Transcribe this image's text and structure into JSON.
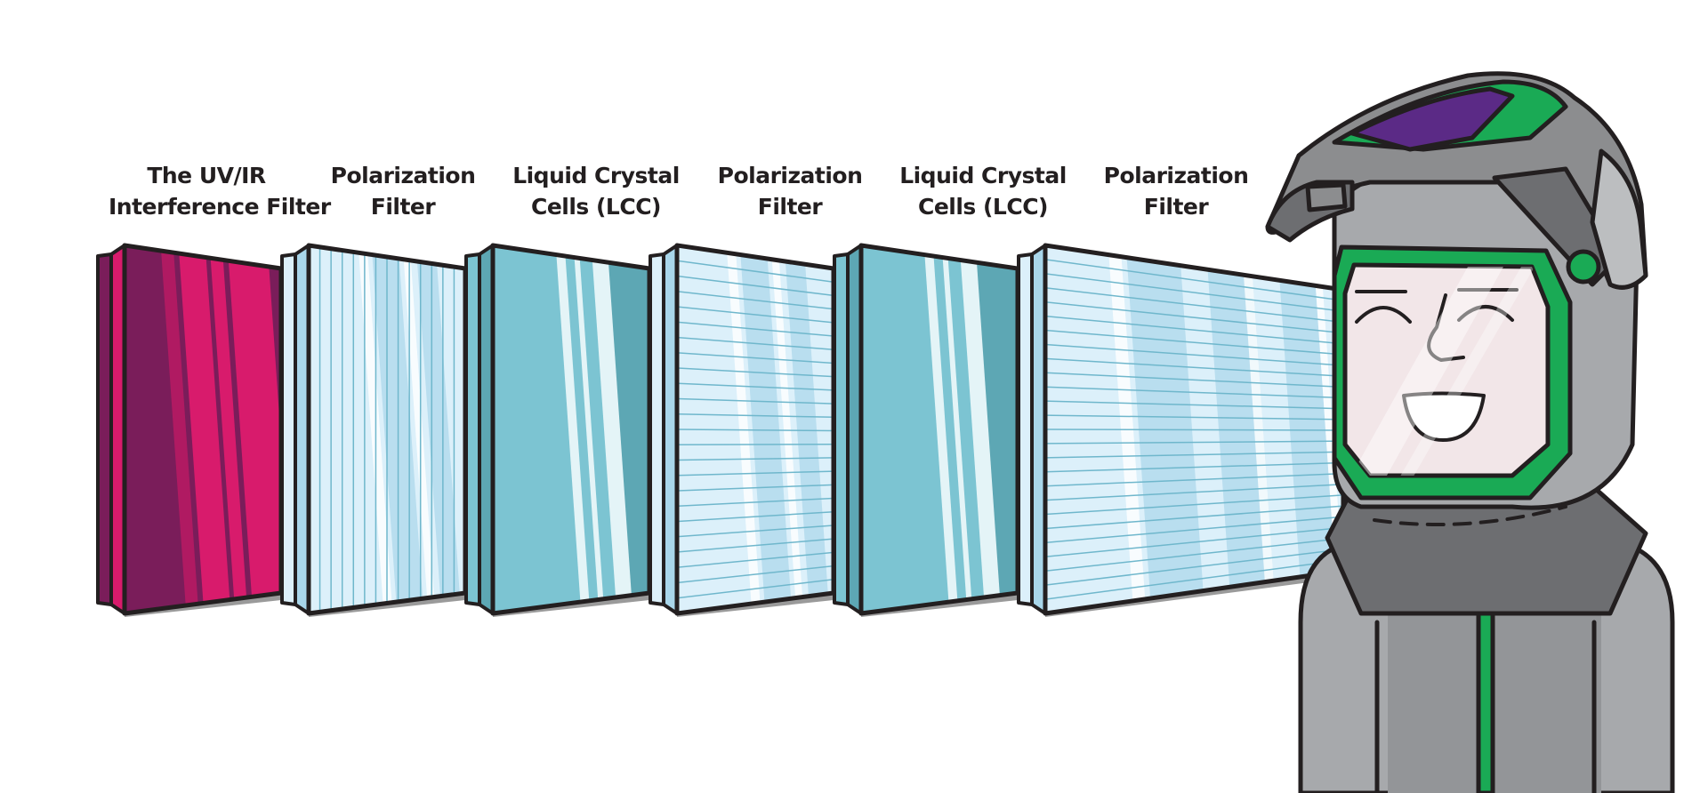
{
  "layers": [
    {
      "id": "uvir",
      "lines": [
        "The UV/IR",
        "Interference Filter"
      ],
      "kind": "uvir"
    },
    {
      "id": "pol1",
      "lines": [
        "Polarization",
        "Filter"
      ],
      "kind": "polv"
    },
    {
      "id": "lcc1",
      "lines": [
        "Liquid Crystal",
        "Cells (LCC)"
      ],
      "kind": "lcc"
    },
    {
      "id": "pol2",
      "lines": [
        "Polarization",
        "Filter"
      ],
      "kind": "polh"
    },
    {
      "id": "lcc2",
      "lines": [
        "Liquid Crystal",
        "Cells (LCC)"
      ],
      "kind": "lcc"
    },
    {
      "id": "pol3",
      "lines": [
        "Polarization",
        "Filter"
      ],
      "kind": "polh"
    }
  ],
  "colors": {
    "outline": "#231f20",
    "uvir_base": "#7a1d5a",
    "uvir_stripe": "#d81b6c",
    "pol_base": "#dcf0fa",
    "pol_stripe": "#a9d6ea",
    "pol_line": "#6fb7cc",
    "lcc_base": "#7cc4d2",
    "lcc_dark": "#5da7b4",
    "lcc_light": "#e4f4f7",
    "helmet_grey": "#8c8d8f",
    "helmet_dark": "#6d6e71",
    "helmet_light": "#bcbec0",
    "helmet_green": "#1aaa55",
    "helmet_purple": "#5b2a86",
    "face": "#f2e6e8",
    "suit": "#a7a9ac"
  },
  "icons": {
    "welder": "welder-figure-icon"
  }
}
